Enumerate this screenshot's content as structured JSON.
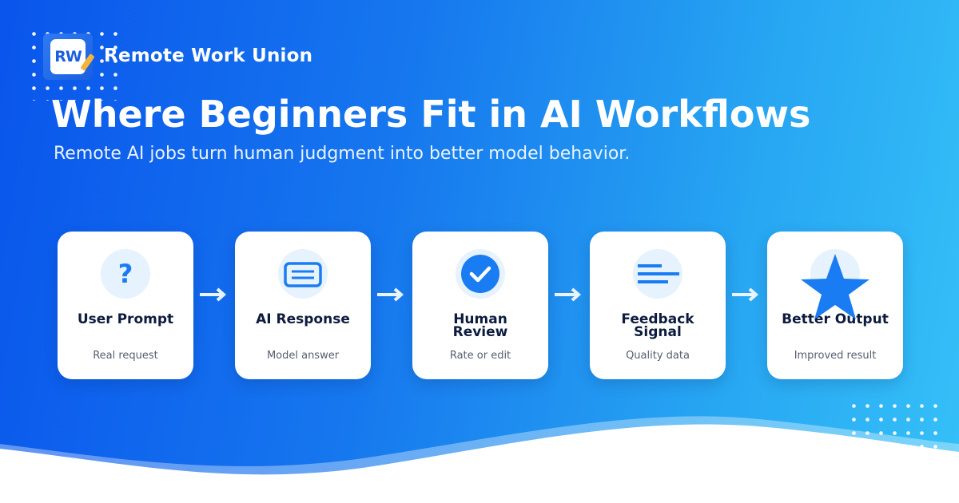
{
  "brand": {
    "name": "Remote Work Union",
    "logo_initials": "RW"
  },
  "headline": {
    "title": "Where Beginners Fit in AI Workflows",
    "subtitle": "Remote AI jobs turn human judgment into better model behavior."
  },
  "workflow": {
    "steps": [
      {
        "title": "User Prompt",
        "subtitle": "Real request",
        "icon": "question-mark-icon"
      },
      {
        "title": "AI Response",
        "subtitle": "Model answer",
        "icon": "message-card-icon"
      },
      {
        "title": "Human Review",
        "subtitle": "Rate or edit",
        "icon": "checkmark-icon"
      },
      {
        "title": "Feedback Signal",
        "subtitle": "Quality data",
        "icon": "lines-icon"
      },
      {
        "title": "Better Output",
        "subtitle": "Improved result",
        "icon": "star-icon"
      }
    ]
  },
  "colors": {
    "accent": "#1a7cf2",
    "card_title": "#0d1b3e",
    "card_subtitle": "#555e70",
    "icon_bg": "#e6f2fd"
  }
}
